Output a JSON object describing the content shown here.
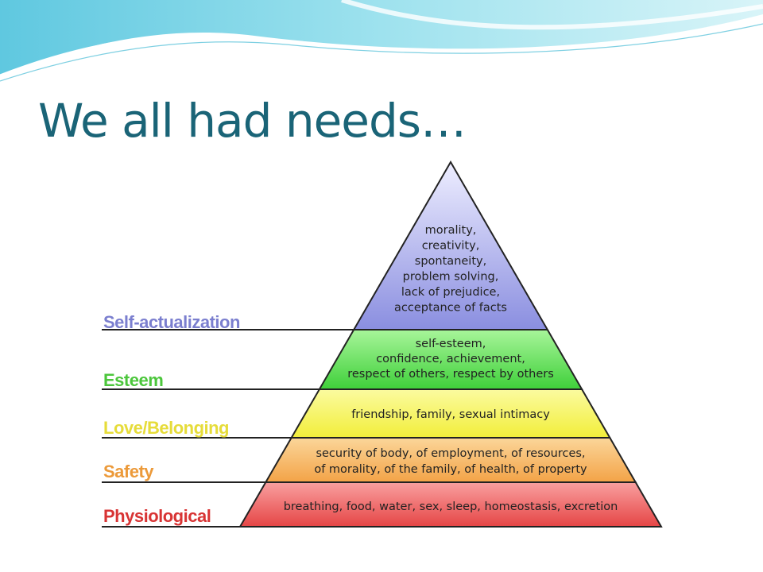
{
  "slide": {
    "title": "We all had needs…"
  },
  "pyramid": {
    "levels": [
      {
        "name": "Self-actualization",
        "label_color": "#7b7fcf",
        "fill_top": "#eeeeff",
        "fill_bottom": "#8a8ee0",
        "lines": [
          "morality,",
          "creativity,",
          "spontaneity,",
          "problem solving,",
          "lack of prejudice,",
          "acceptance of facts"
        ]
      },
      {
        "name": "Esteem",
        "label_color": "#4cc63c",
        "fill_top": "#a8f59a",
        "fill_bottom": "#3fd03a",
        "lines": [
          "self-esteem,",
          "confidence, achievement,",
          "respect of others, respect by others"
        ]
      },
      {
        "name": "Love/Belonging",
        "label_color": "#e6dc3a",
        "fill_top": "#fbfba0",
        "fill_bottom": "#f2ee3a",
        "lines": [
          "friendship, family, sexual intimacy"
        ]
      },
      {
        "name": "Safety",
        "label_color": "#ec9a3a",
        "fill_top": "#fbd69a",
        "fill_bottom": "#f3a347",
        "lines": [
          "security of body, of employment, of resources,",
          "of morality, of the family, of health, of property"
        ]
      },
      {
        "name": "Physiological",
        "label_color": "#d83434",
        "fill_top": "#f9a0a0",
        "fill_bottom": "#e54545",
        "lines": [
          "breathing, food, water, sex, sleep, homeostasis, excretion"
        ]
      }
    ]
  }
}
